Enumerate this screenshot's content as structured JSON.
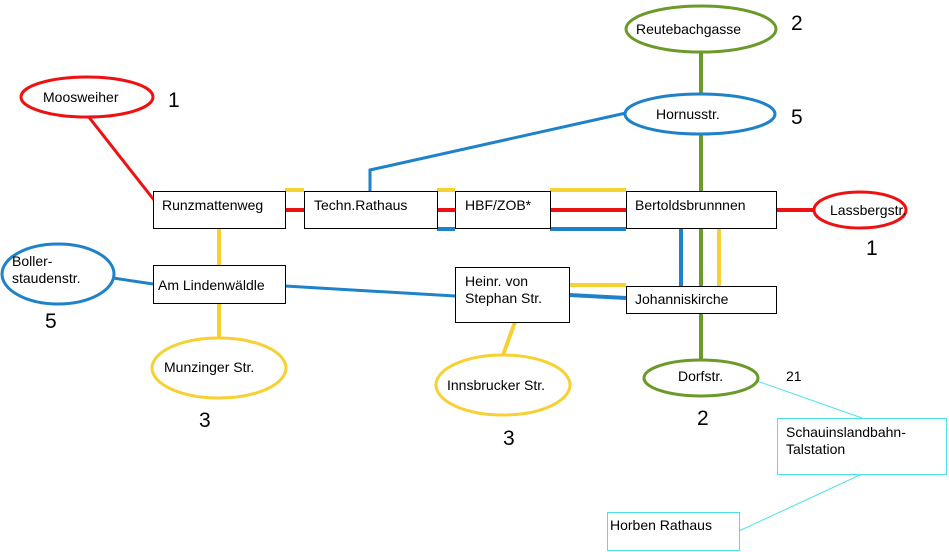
{
  "colors": {
    "red": "#ee1111",
    "blue": "#1f82c9",
    "yellow": "#f7d032",
    "green": "#6b9a2a",
    "cyan": "#4ee0e8"
  },
  "stations": {
    "runzmattenweg": "Runzmattenweg",
    "techn_rathaus": "Techn.Rathaus",
    "hbf": "HBF/ZOB*",
    "bertoldsbrunnen": "Bertoldsbrunnnen",
    "lindenwaeldle": "Am Lindenwäldle",
    "heinr_1": "Heinr. von",
    "heinr_2": "Stephan Str.",
    "johanniskirche": "Johanniskirche"
  },
  "terminals": {
    "moosweiher": "Moosweiher",
    "reutebachgasse": "Reutebachgasse",
    "hornusstr": "Hornusstr.",
    "lassbergstr": "Lassbergstr.",
    "boller_1": "Boller-",
    "boller_2": "staudenstr.",
    "munzinger": "Munzinger Str.",
    "innsbrucker": "Innsbrucker Str.",
    "dorfstr": "Dorfstr."
  },
  "line_numbers": {
    "moosweiher": "1",
    "reutebachgasse": "2",
    "hornusstr": "5",
    "lassbergstr": "1",
    "bollerstaudenstr": "5",
    "munzinger": "3",
    "innsbrucker": "3",
    "dorfstr": "2",
    "bus": "21"
  },
  "bus_stops": {
    "schauinsland_1": "Schauinslandbahn-",
    "schauinsland_2": "Talstation",
    "horben": "Horben Rathaus"
  }
}
